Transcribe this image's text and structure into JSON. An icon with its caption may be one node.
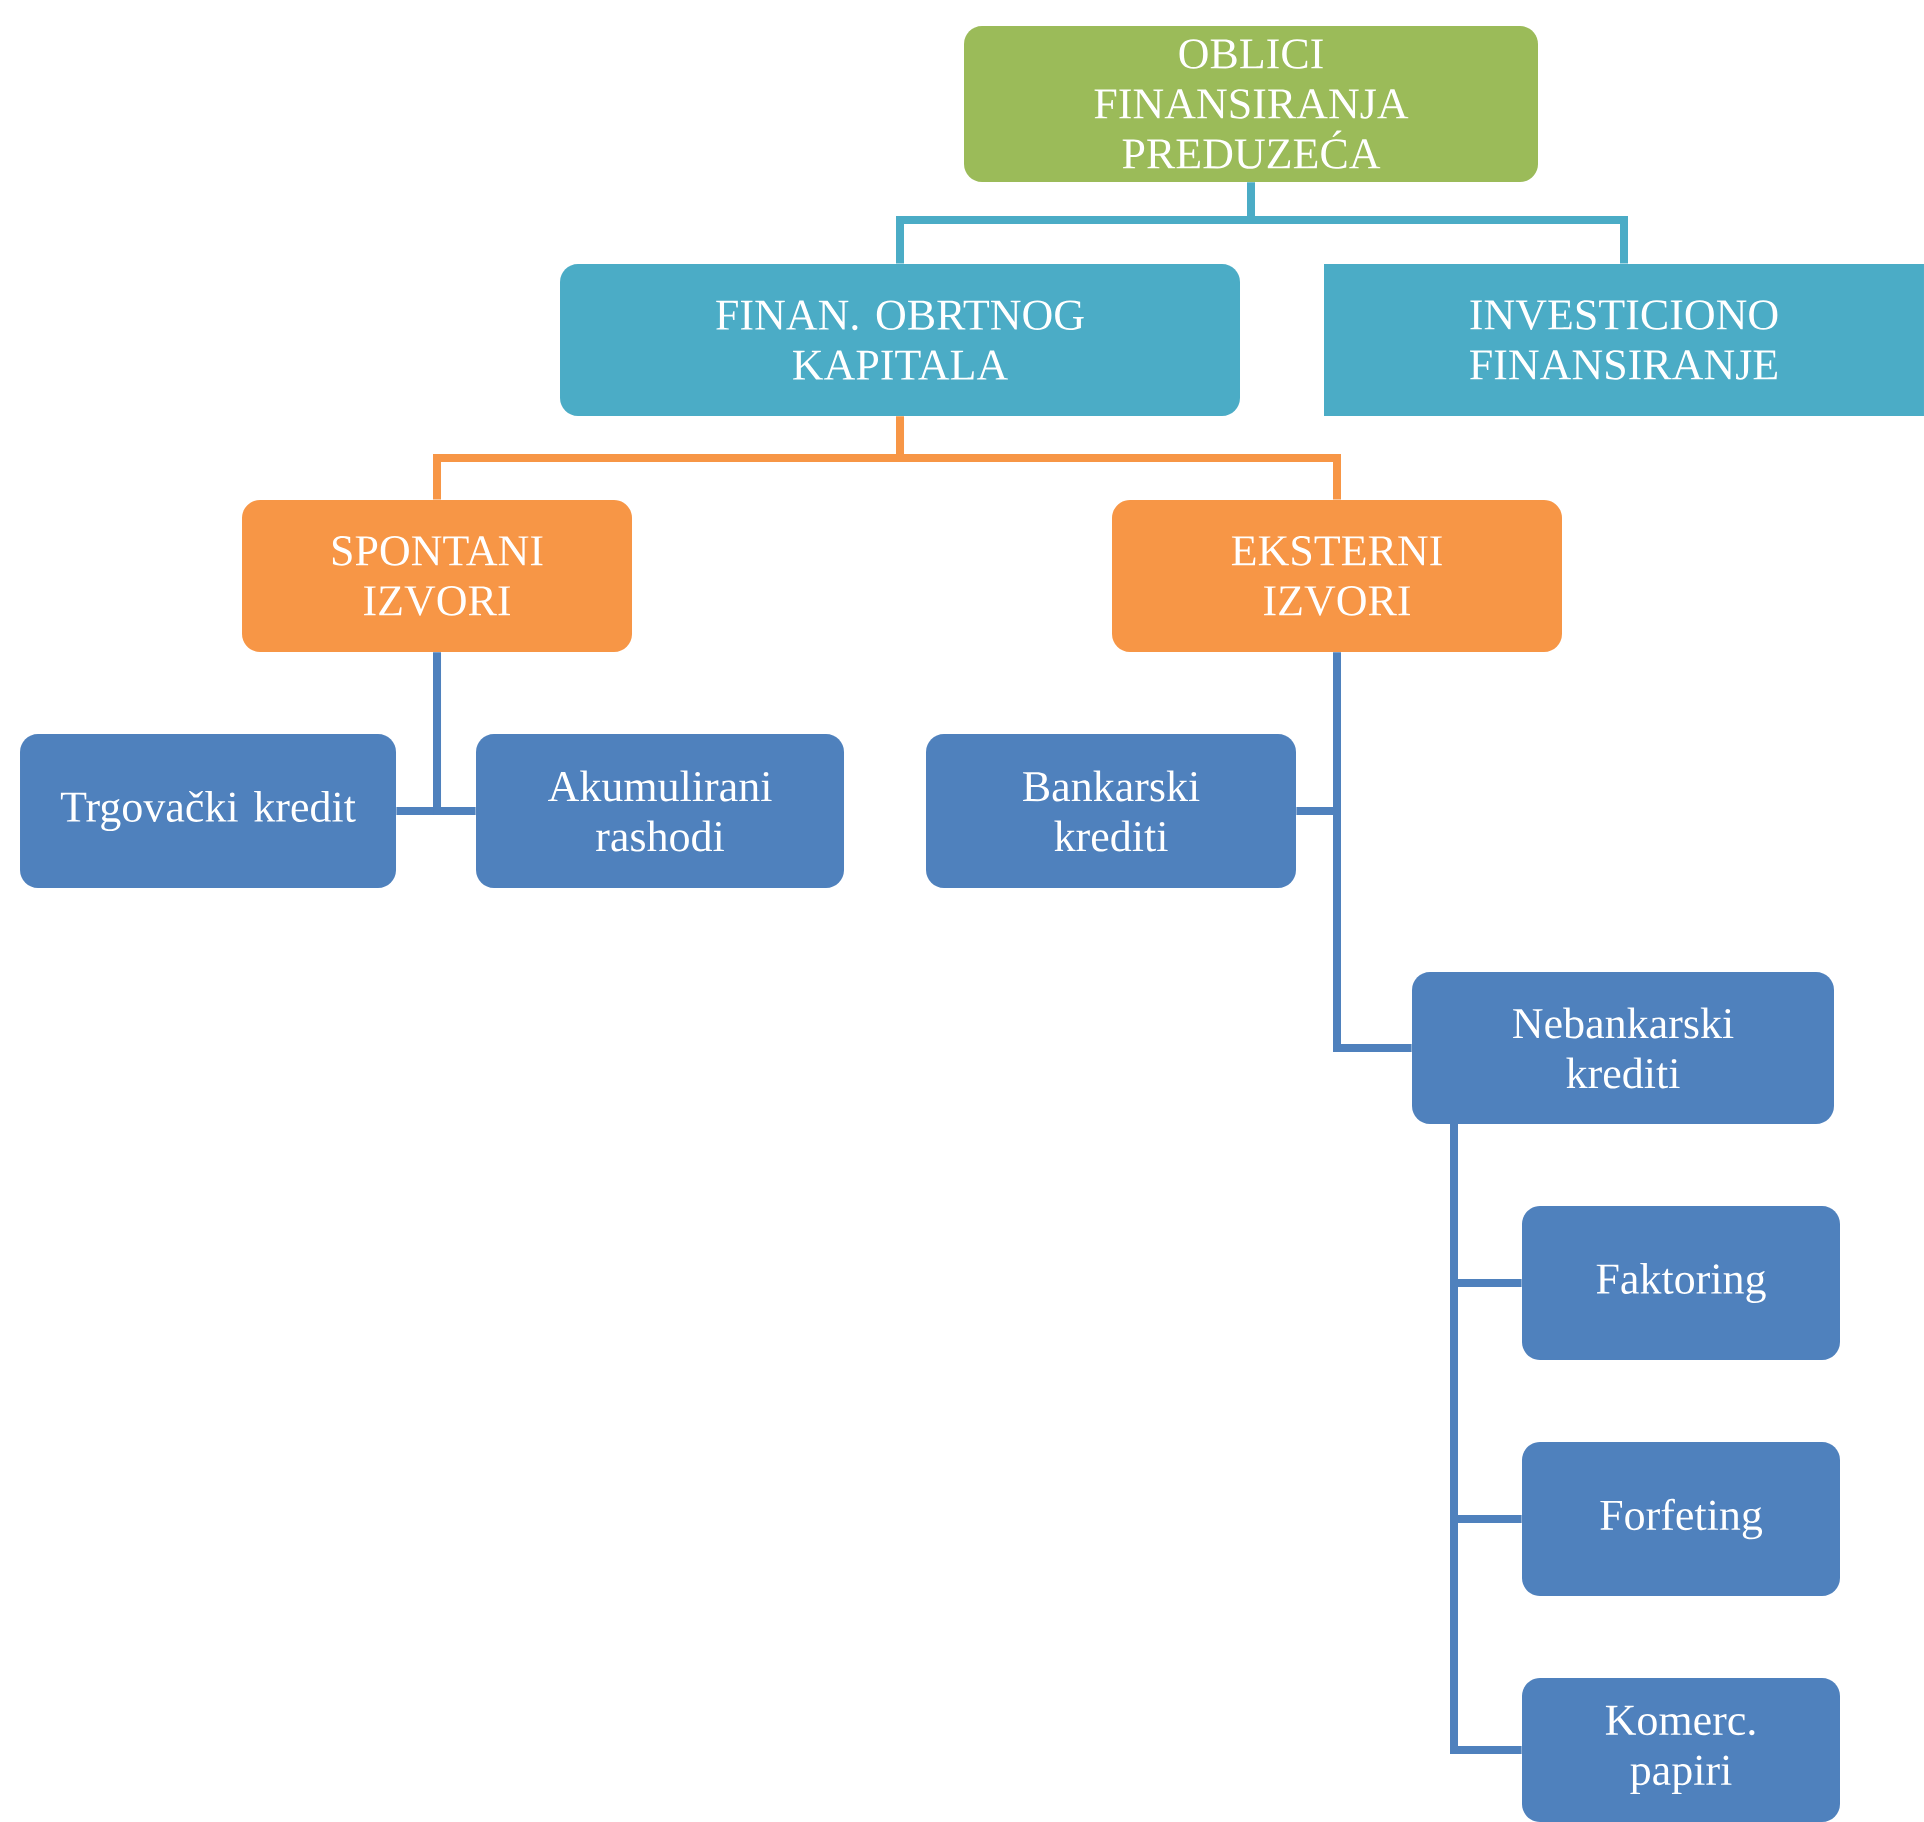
{
  "diagram": {
    "nodes": [
      {
        "text": [
          "OBLICI FINANSIRANJA PREDUZEĆA"
        ]
      },
      {
        "text": [
          "FINAN. OBRTNOG KAPITALA"
        ]
      },
      {
        "text": [
          "INVESTICIONO FINANSIRANJE"
        ]
      },
      {
        "text": [
          "SPONTANI IZVORI"
        ]
      },
      {
        "text": [
          "EKSTERNI IZVORI"
        ]
      },
      {
        "text": [
          "Trgovački kredit"
        ]
      },
      {
        "text": [
          "Akumulirani rashodi"
        ]
      },
      {
        "text": [
          "Bankarski krediti"
        ]
      },
      {
        "text": [
          "Nebankarski krediti"
        ]
      },
      {
        "text": [
          "Faktoring"
        ]
      },
      {
        "text": [
          "Forfeting"
        ]
      },
      {
        "text": [
          "Komerc. papiri"
        ]
      }
    ],
    "edges": [
      {
        "from": 0,
        "to": 1,
        "arrow": "none",
        "color": "#4bacc6"
      },
      {
        "from": 0,
        "to": 2,
        "arrow": "none",
        "color": "#4bacc6"
      },
      {
        "from": 1,
        "to": 3,
        "arrow": "none",
        "color": "#f79646"
      },
      {
        "from": 1,
        "to": 4,
        "arrow": "none",
        "color": "#f79646"
      },
      {
        "from": 3,
        "to": 5,
        "arrow": "none"
      },
      {
        "from": 3,
        "to": 6,
        "arrow": "none"
      },
      {
        "from": 4,
        "to": 7,
        "arrow": "none"
      },
      {
        "from": 4,
        "to": 8,
        "arrow": "none"
      },
      {
        "from": 8,
        "to": 9,
        "arrow": "none"
      },
      {
        "from": 8,
        "to": 10,
        "arrow": "none"
      },
      {
        "from": 8,
        "to": 11,
        "arrow": "none"
      }
    ]
  }
}
